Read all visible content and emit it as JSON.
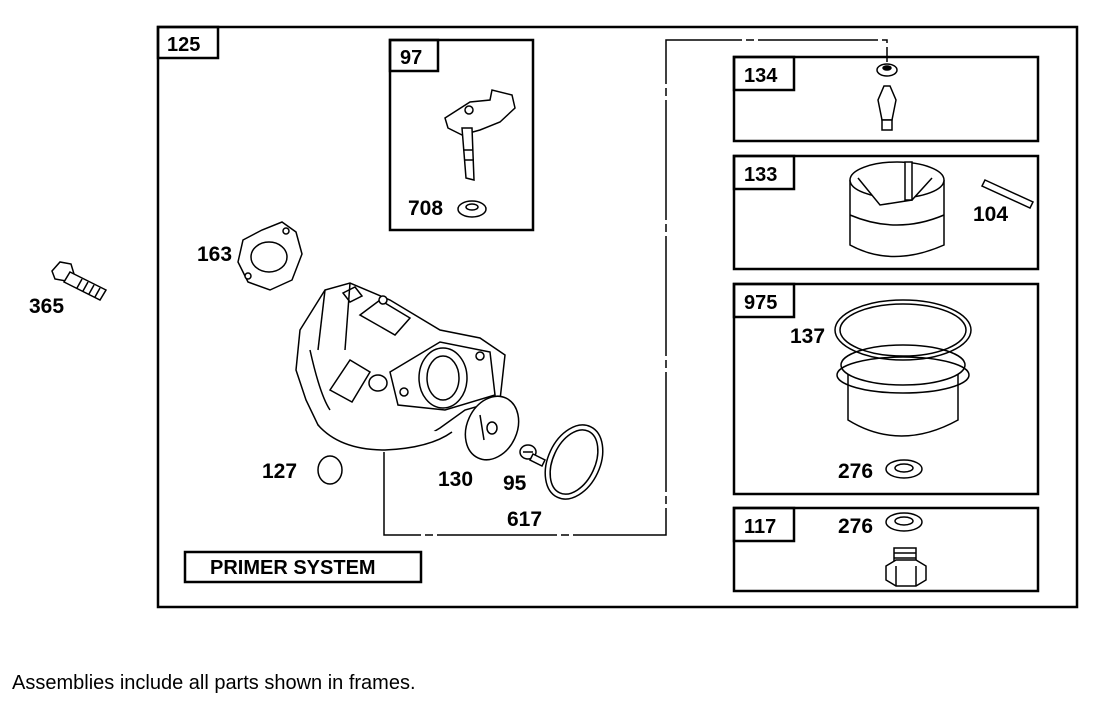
{
  "frames": {
    "main": "125",
    "needle": "97",
    "inlet_needle": "134",
    "float": "133",
    "bowl": "975",
    "bowl_nut": "117"
  },
  "parts": {
    "bolt": "365",
    "gasket": "163",
    "seal_plug": "127",
    "primer_bulb": "130",
    "screw": "95",
    "o_ring": "617",
    "needle_washer": "708",
    "float_pin": "104",
    "bowl_gasket": "137",
    "bowl_washer": "276",
    "nut_washer": "276"
  },
  "primer_label": "PRIMER SYSTEM",
  "caption": "Assemblies include all parts shown in frames."
}
